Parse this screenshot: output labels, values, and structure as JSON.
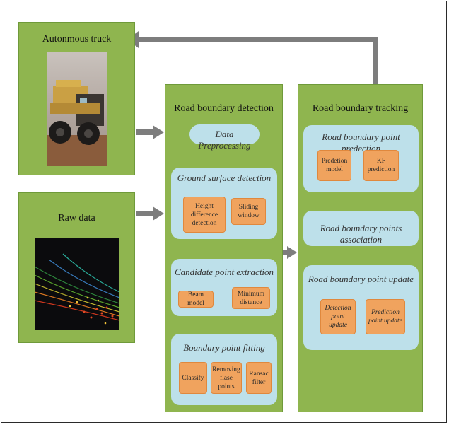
{
  "truck_panel": {
    "title": "Autonmous truck"
  },
  "raw_panel": {
    "title": "Raw data"
  },
  "detection": {
    "title": "Road boundary detection",
    "preprocessing": "Data Preprocessing",
    "ground": {
      "title": "Ground surface detection",
      "items": [
        "Height difference detection",
        "Sliding window"
      ]
    },
    "candidate": {
      "title": "Candidate point extraction",
      "items": [
        "Beam model",
        "Minimum distance"
      ]
    },
    "fitting": {
      "title": "Boundary point  fitting",
      "items": [
        "Classify",
        "Removing flase points",
        "Ransac filter"
      ]
    }
  },
  "tracking": {
    "title": "Road boundary tracking",
    "prediction": {
      "title": "Road boundary point predection",
      "items": [
        "Predetion model",
        "KF prediction"
      ]
    },
    "association": "Road boundary points association",
    "update": {
      "title": "Road boundary  point update",
      "items": [
        "Detection point update",
        "Prediction point update"
      ]
    }
  },
  "colors": {
    "panel": "#8fb54f",
    "box": "#bde0ea",
    "item": "#f0a35e",
    "arrow": "#7d7d7d"
  }
}
